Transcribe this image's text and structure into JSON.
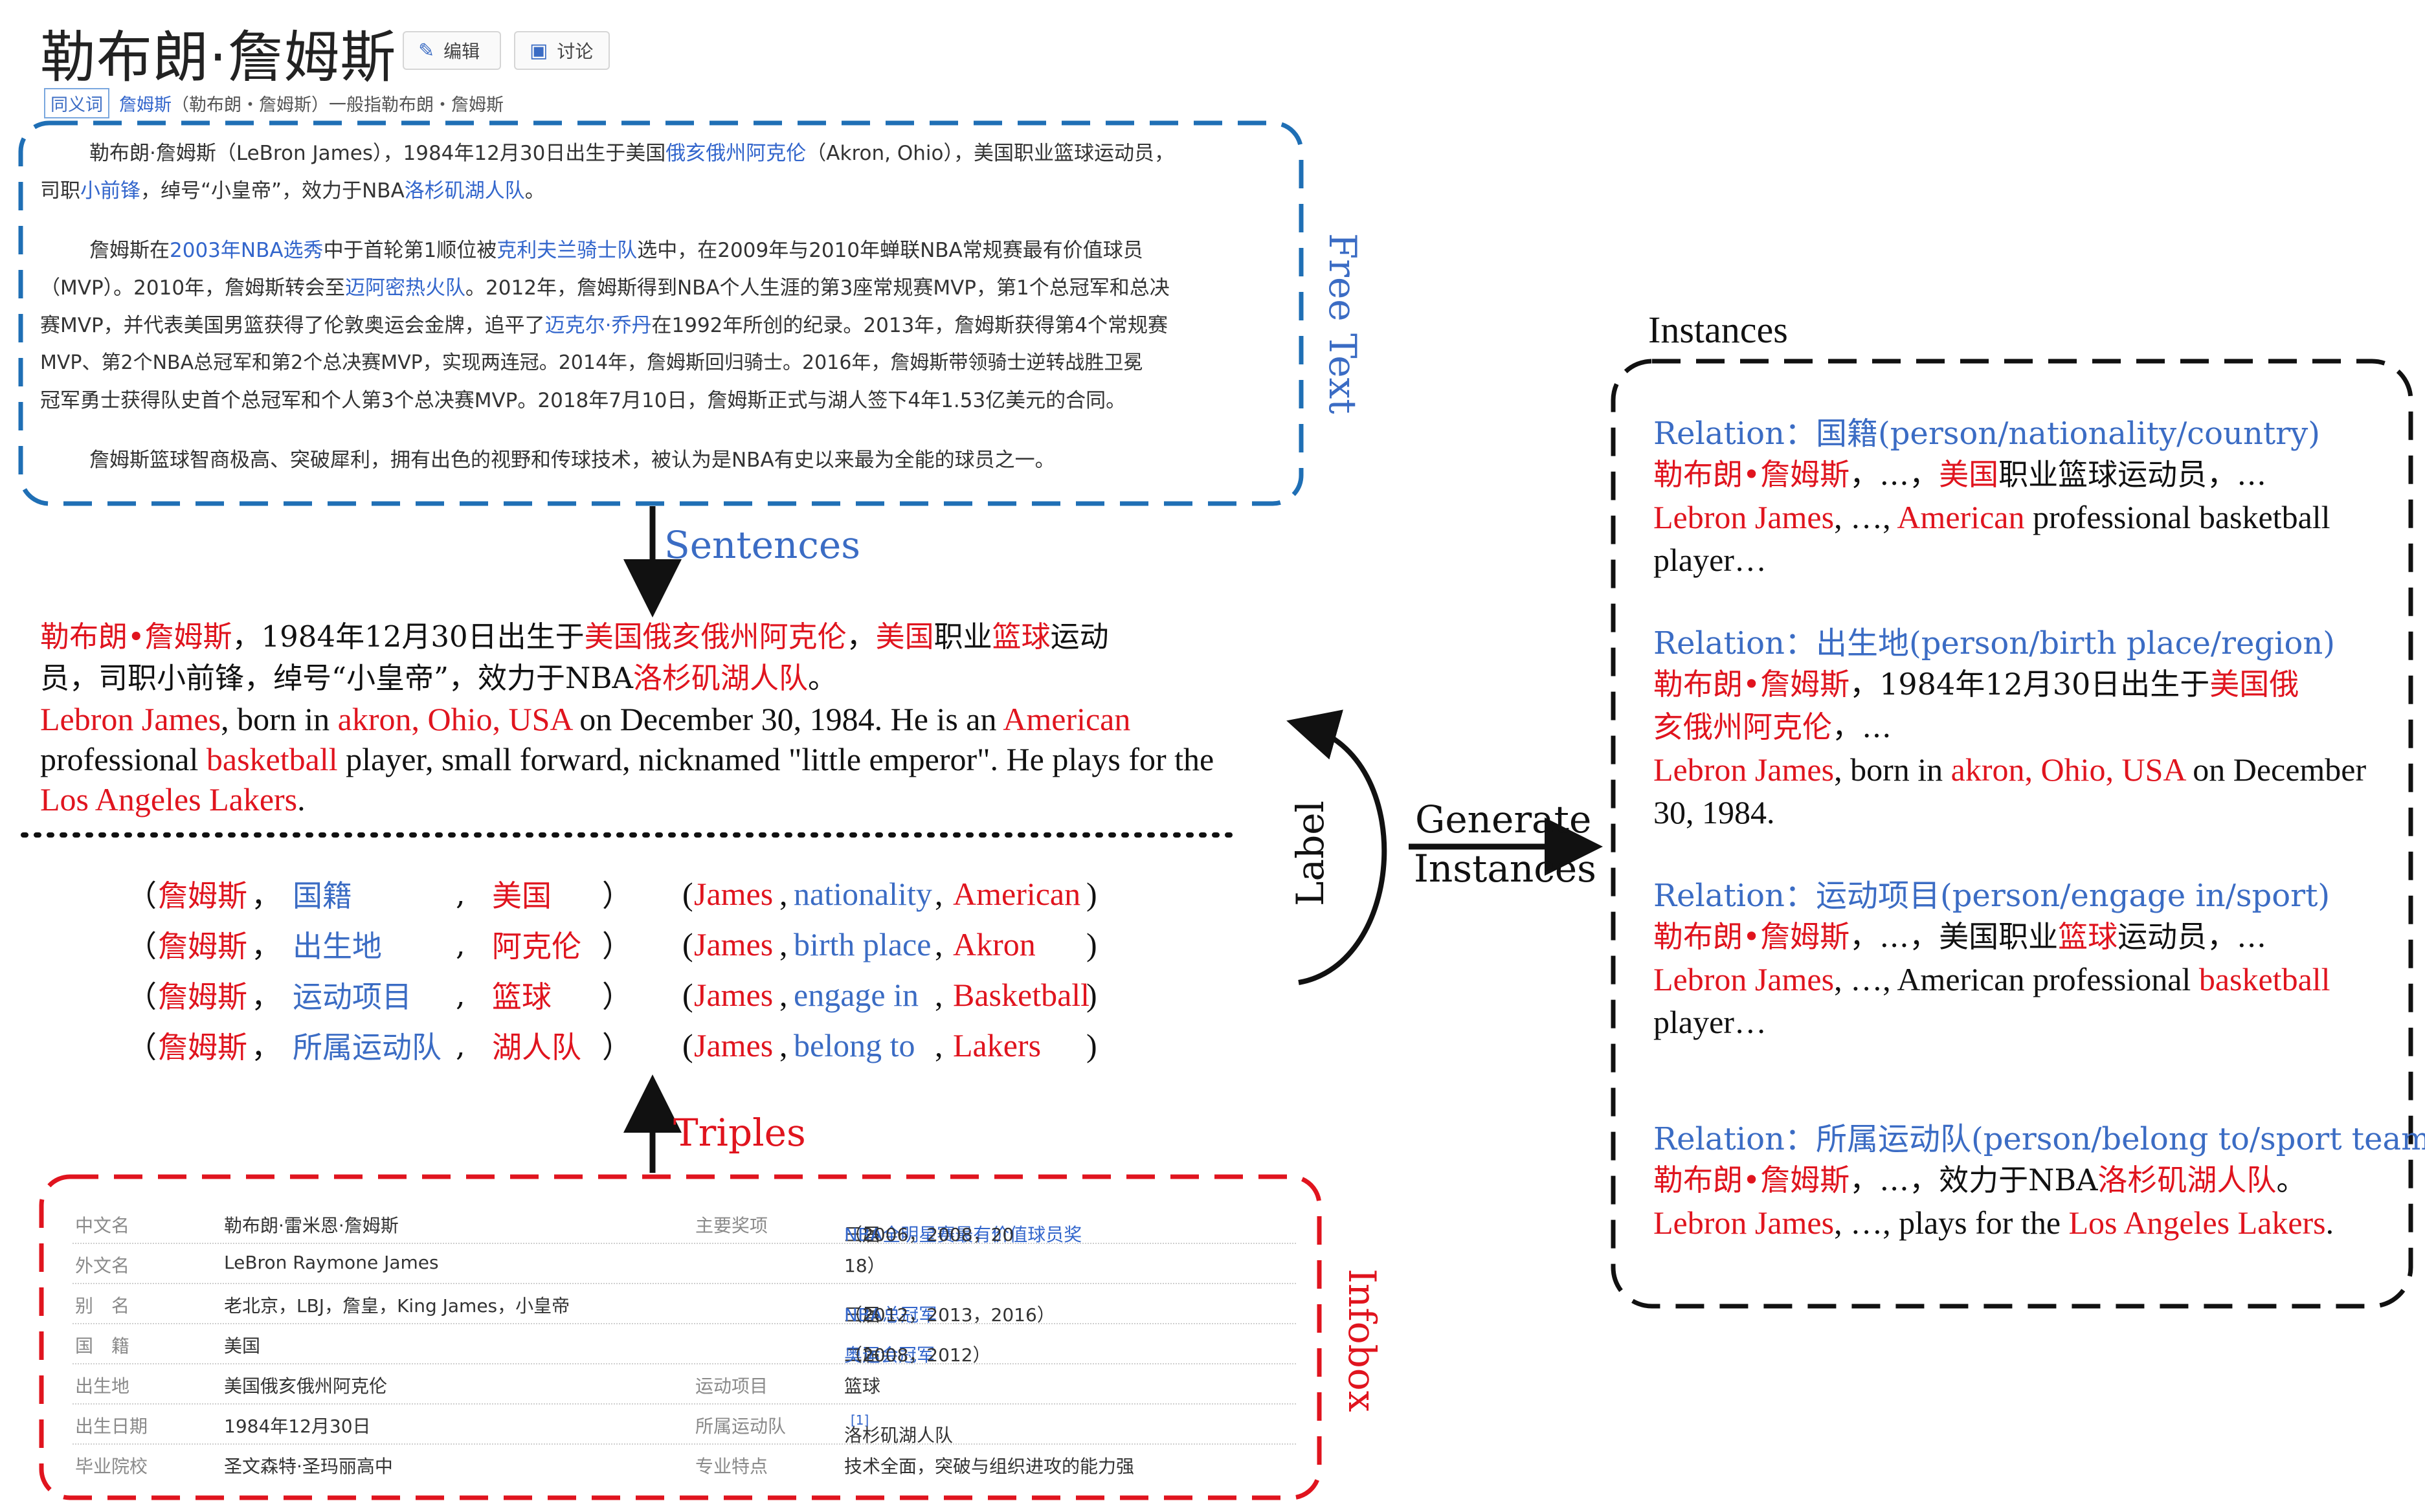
{
  "header": {
    "title": "勒布朗·詹姆斯",
    "edit_label": "编辑",
    "discuss_label": "讨论",
    "synonym_tag": "同义词",
    "synonym_link": "詹姆斯",
    "synonym_rest": "（勒布朗・詹姆斯）一般指勒布朗・詹姆斯"
  },
  "free_text": {
    "p1_a": "勒布朗·詹姆斯（LeBron James），1984年12月30日出生于美国",
    "p1_link1": "俄亥俄州阿克伦",
    "p1_b": "（Akron, Ohio），美国职业篮球运动员，",
    "p1_c": "司职",
    "p1_link2": "小前锋",
    "p1_d": "，绰号“小皇帝”，效力于NBA",
    "p1_link3": "洛杉矶湖人队",
    "p1_e": "。",
    "p2_a": "詹姆斯在",
    "p2_link1": "2003年NBA选秀",
    "p2_b": "中于首轮第1顺位被",
    "p2_link2": "克利夫兰骑士队",
    "p2_c": "选中，在2009年与2010年蝉联NBA常规赛最有价值球员",
    "p2_d": "（MVP）。2010年，詹姆斯转会至",
    "p2_link3": "迈阿密热火队",
    "p2_e": "。2012年，詹姆斯得到NBA个人生涯的第3座常规赛MVP，第1个总冠军和总决",
    "p2_f": "赛MVP，并代表美国男篮获得了伦敦奥运会金牌，追平了",
    "p2_link4": "迈克尔·乔丹",
    "p2_g": "在1992年所创的纪录。2013年，詹姆斯获得第4个常规赛",
    "p2_h": "MVP、第2个NBA总冠军和第2个总决赛MVP，实现两连冠。2014年，詹姆斯回归骑士。2016年，詹姆斯带领骑士逆转战胜卫冕",
    "p2_i": "冠军勇士获得队史首个总冠军和个人第3个总决赛MVP。2018年7月10日，詹姆斯正式与湖人签下4年1.53亿美元的合同。",
    "p3": "詹姆斯篮球智商极高、突破犀利，拥有出色的视野和传球技术，被认为是NBA有史以来最为全能的球员之一。",
    "side_label": "Free Text"
  },
  "labels": {
    "sentences": "Sentences",
    "triples": "Triples",
    "label": "Label",
    "generate_line1": "Generate",
    "generate_line2": "Instances",
    "infobox": "Infobox",
    "instances": "Instances"
  },
  "sentence": {
    "cn1_red1": "勒布朗•詹姆斯",
    "cn1_b": "，1984年12月30日出生于",
    "cn1_red2": "美国俄亥俄州阿克伦",
    "cn1_c": "，",
    "cn1_red3": "美国",
    "cn1_d": "职业",
    "cn1_red4": "篮球",
    "cn1_e": "运动",
    "cn2_a": "员，司职小前锋，绰号“小皇帝”，效力于NBA",
    "cn2_red": "洛杉矶湖人队",
    "cn2_b": "。",
    "en1_red1": "Lebron James",
    "en1_b": ", born in ",
    "en1_red2": "akron, Ohio, USA",
    "en1_c": " on December 30, 1984. He is an ",
    "en1_red3": "American",
    "en2_a": "professional ",
    "en2_red": "basketball",
    "en2_b": " player, small forward, nicknamed \"little emperor\". He plays for the",
    "en3_red": "Los Angeles Lakers",
    "en3_b": "."
  },
  "triples": [
    {
      "cn_s": "詹姆斯",
      "cn_r": "国籍",
      "cn_o": "美国",
      "en_s": "James",
      "en_r": "nationality",
      "en_o": "American"
    },
    {
      "cn_s": "詹姆斯",
      "cn_r": "出生地",
      "cn_o": "阿克伦",
      "en_s": "James",
      "en_r": "birth place",
      "en_o": "Akron"
    },
    {
      "cn_s": "詹姆斯",
      "cn_r": "运动项目",
      "cn_o": "篮球",
      "en_s": "James",
      "en_r": "engage in ",
      "en_o": "Basketball"
    },
    {
      "cn_s": "詹姆斯",
      "cn_r": "所属运动队",
      "cn_o": "湖人队",
      "en_s": "James",
      "en_r": "belong to ",
      "en_o": "Lakers"
    }
  ],
  "punct": {
    "lp": "(",
    "rp": ")",
    "comma": ",",
    "cn_comma": "，",
    "cn_lp": "（",
    "cn_rp": "）"
  },
  "infobox": {
    "rows": [
      {
        "k1": "中文名",
        "v1": "勒布朗·雷米恩·詹姆斯",
        "k2": "主要奖项",
        "v2a": "三届",
        "v2link": "NBA全明星赛最有价值球员奖",
        "v2b": "（2006，2008，20"
      },
      {
        "k1": "外文名",
        "v1": "LeBron Raymone James",
        "k2": "",
        "v2a": "18）",
        "v2link": "",
        "v2b": ""
      },
      {
        "k1": "别　名",
        "v1": "老北京，LBJ，詹皇，King James，小皇帝",
        "k2": "",
        "v2a": "三届",
        "v2link": "NBA总冠军",
        "v2b": "（2012，2013，2016）"
      },
      {
        "k1": "国　籍",
        "v1": "美国",
        "k2": "",
        "v2a": "二届",
        "v2link": "奥运会冠军",
        "v2b": "（2008，2012）"
      },
      {
        "k1": "出生地",
        "v1": "美国俄亥俄州阿克伦",
        "k2": "运动项目",
        "v2a": "",
        "v2link": "篮球",
        "v2b": ""
      },
      {
        "k1": "出生日期",
        "v1": "1984年12月30日",
        "k2": "所属运动队",
        "v2a": "洛杉矶湖人队",
        "v2link": "",
        "v2b": ""
      },
      {
        "k1": "毕业院校",
        "v1": "圣文森特·圣玛丽高中",
        "k2": "专业特点",
        "v2a": "技术全面，突破与组织进攻的能力强",
        "v2link": "",
        "v2b": ""
      }
    ],
    "footnote": "[1]"
  },
  "instances": [
    {
      "rel": "Relation：国籍(person/nationality/country)",
      "cn_red1": "勒布朗•詹姆斯",
      "cn_a": "，…，",
      "cn_red2": "美国",
      "cn_b": "职业篮球运动员，…",
      "en_red1": "Lebron James",
      "en_a": ", …, ",
      "en_red2": "American",
      "en_b": " professional basketball",
      "en_line2": "player…"
    },
    {
      "rel": "Relation：出生地(person/birth place/region)",
      "cn_red1": "勒布朗•詹姆斯",
      "cn_a": "，1984年12月30日出生于",
      "cn_red2": "美国俄",
      "cn_line2_red": "亥俄州阿克伦",
      "cn_line2_b": "，…",
      "en_red1": "Lebron James",
      "en_a": ", born in ",
      "en_red2": "akron, Ohio, USA",
      "en_b": " on December",
      "en_line2": "30, 1984."
    },
    {
      "rel": "Relation：运动项目(person/engage in/sport)",
      "cn_red1": "勒布朗•詹姆斯",
      "cn_a": "，…，美国职业",
      "cn_red2": "篮球",
      "cn_b": "运动员，…",
      "en_red1": "Lebron James",
      "en_a": ", …, American professional ",
      "en_red2": "basketball",
      "en_b": "",
      "en_line2": "player…"
    },
    {
      "rel": "Relation：所属运动队(person/belong to/sport team)",
      "cn_red1": "勒布朗•詹姆斯",
      "cn_a": "，…，效力于NBA",
      "cn_red2": "洛杉矶湖人队",
      "cn_b": "。",
      "en_red1": "Lebron James",
      "en_a": ", …, plays for the ",
      "en_red2": "Los Angeles Lakers",
      "en_b": ".",
      "en_line2": ""
    }
  ]
}
